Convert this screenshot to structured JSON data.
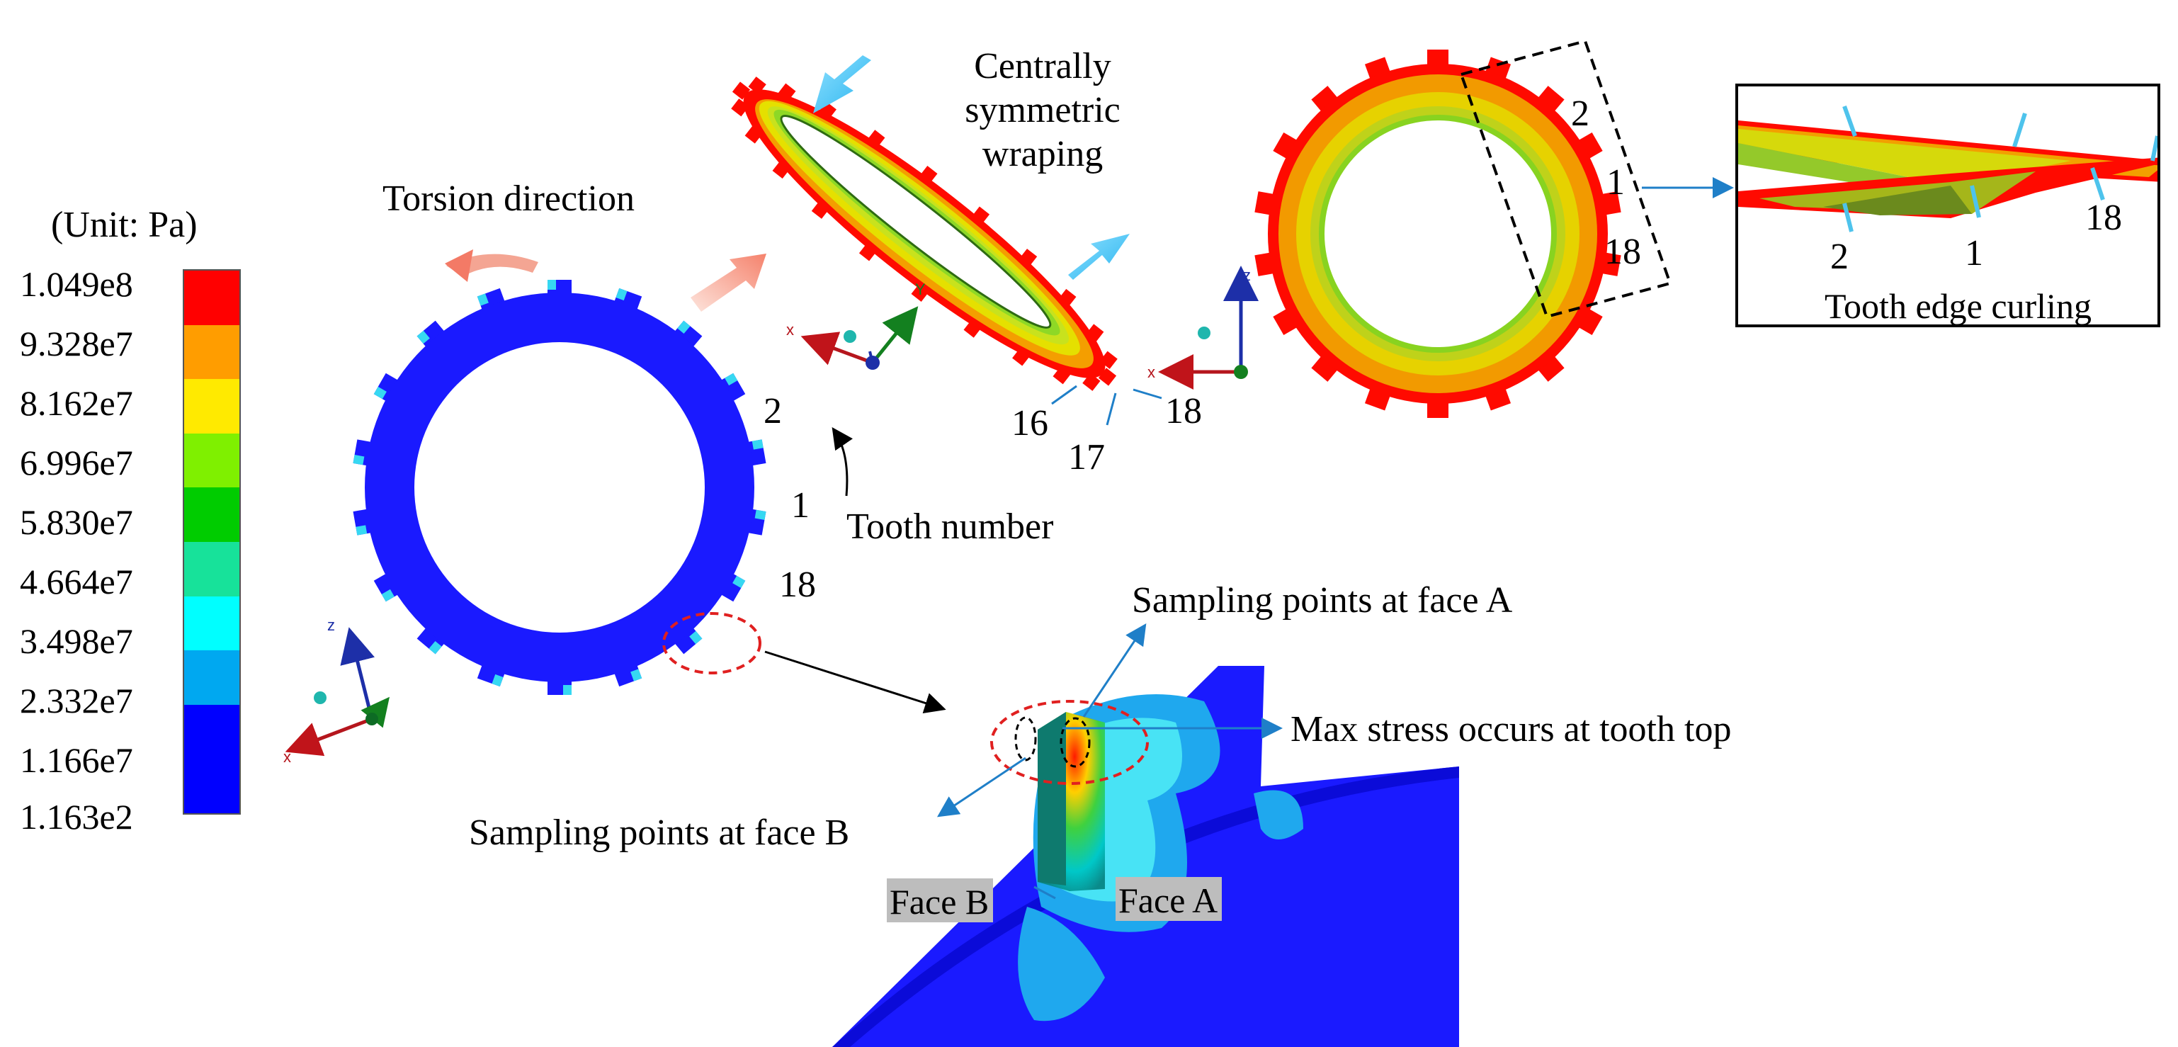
{
  "legend": {
    "unit_label": "(Unit: Pa)",
    "values": [
      "1.049e8",
      "9.328e7",
      "8.162e7",
      "6.996e7",
      "5.830e7",
      "4.664e7",
      "3.498e7",
      "2.332e7",
      "1.166e7",
      "1.163e2"
    ],
    "colors": [
      "#ff0000",
      "#ff9d00",
      "#e6e600",
      "#f5f51e",
      "#7ff000",
      "#00cc00",
      "#17e29a",
      "#00ffff",
      "#00a8f0",
      "#0000ff"
    ]
  },
  "labels": {
    "torsion_direction": "Torsion direction",
    "centrally_line1": "Centrally",
    "centrally_line2": "symmetric",
    "centrally_line3": "wraping",
    "tooth_number": "Tooth number",
    "tooth_edge_curling": "Tooth edge curling",
    "sampling_a": "Sampling points at face A",
    "sampling_b": "Sampling points at face B",
    "max_stress": "Max stress occurs at tooth top",
    "face_a": "Face A",
    "face_b": "Face B"
  },
  "tooth_numbers": {
    "main": [
      "2",
      "1",
      "18"
    ],
    "warped": [
      "16",
      "17",
      "18"
    ],
    "right_ring": [
      "2",
      "1",
      "18"
    ],
    "inset": [
      "2",
      "1",
      "18"
    ]
  },
  "axes": {
    "x": "x",
    "y": "Y",
    "z": "z"
  }
}
